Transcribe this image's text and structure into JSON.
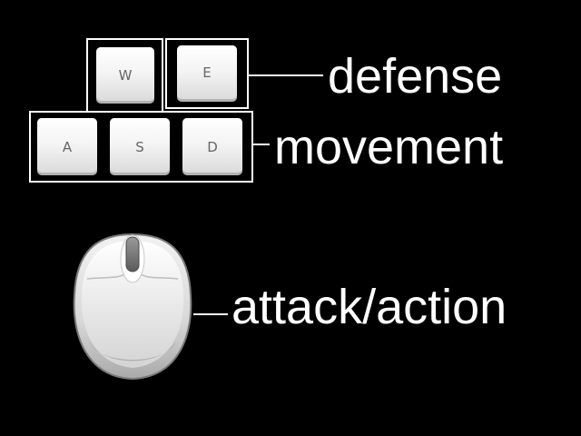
{
  "keys": {
    "w": "W",
    "e": "E",
    "a": "A",
    "s": "S",
    "d": "D"
  },
  "labels": {
    "defense": "defense",
    "movement": "movement",
    "attack": "attack/action"
  },
  "icons": {
    "mouse": "mouse-icon"
  },
  "colors": {
    "background": "#000000",
    "text": "#ffffff",
    "key_face": "#f4f4f4",
    "key_letter": "#666666"
  }
}
